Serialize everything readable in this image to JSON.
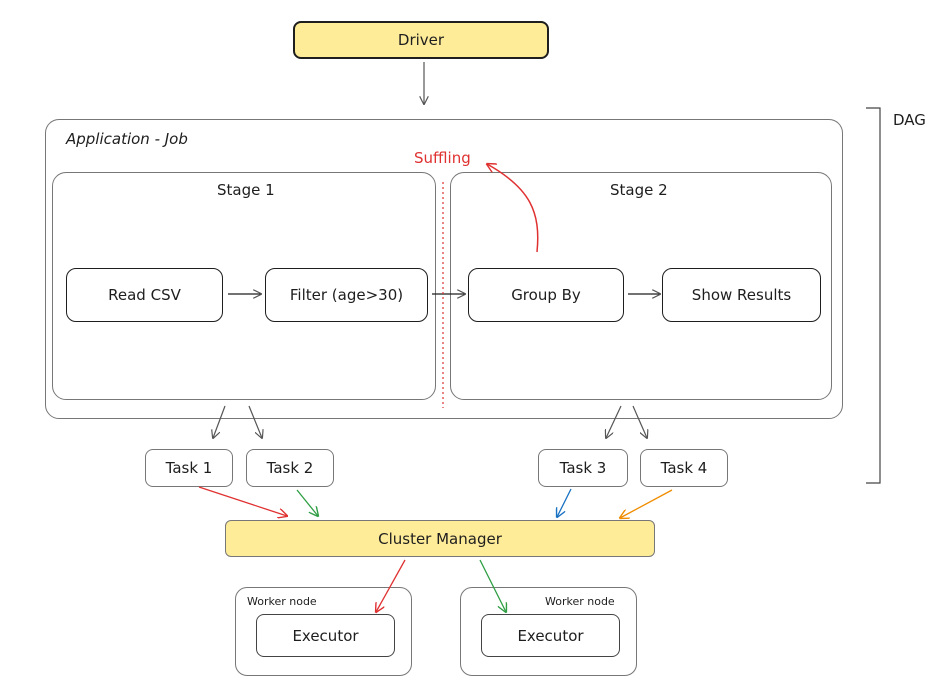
{
  "driver": {
    "label": "Driver",
    "fill": "#ffec99"
  },
  "dag_label": "DAG",
  "application": {
    "title": "Application - Job",
    "shuffle_label": "Suffling",
    "stages": [
      {
        "title": "Stage 1"
      },
      {
        "title": "Stage 2"
      }
    ],
    "operations": [
      {
        "label": "Read CSV"
      },
      {
        "label": "Filter (age>30)"
      },
      {
        "label": "Group By"
      },
      {
        "label": "Show Results"
      }
    ]
  },
  "tasks": [
    {
      "label": "Task 1",
      "arrow_color": "#e03131"
    },
    {
      "label": "Task 2",
      "arrow_color": "#2f9e44"
    },
    {
      "label": "Task 3",
      "arrow_color": "#1971c2"
    },
    {
      "label": "Task 4",
      "arrow_color": "#f08c00"
    }
  ],
  "cluster_manager": {
    "label": "Cluster Manager",
    "fill": "#ffec99"
  },
  "workers": [
    {
      "label": "Worker node",
      "executor": "Executor",
      "arrow_color": "#e03131"
    },
    {
      "label": "Worker node",
      "executor": "Executor",
      "arrow_color": "#2f9e44"
    }
  ],
  "colors": {
    "shuffle": "#e03131",
    "stroke": "#1e1e1e",
    "divider": "#e03131"
  }
}
